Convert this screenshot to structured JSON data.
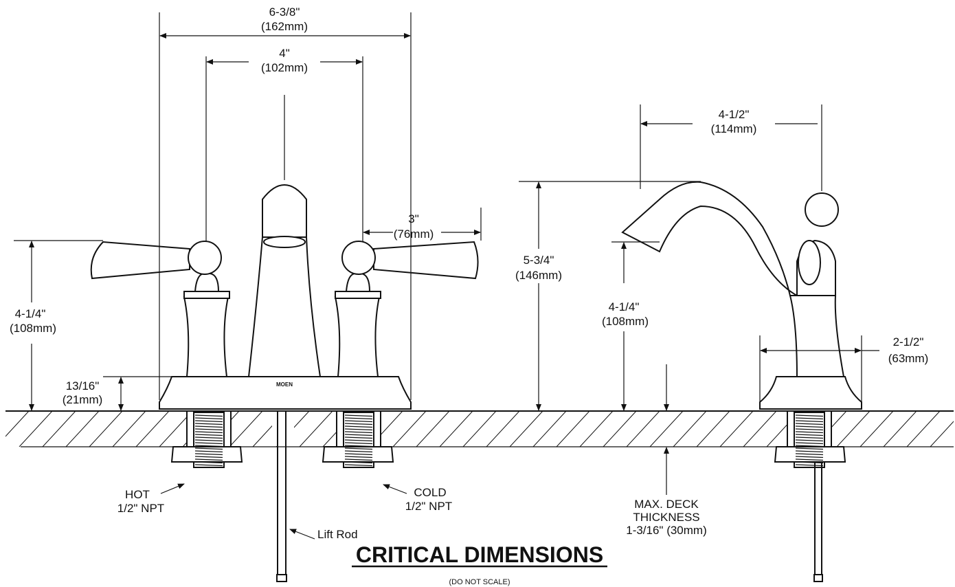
{
  "title": "CRITICAL DIMENSIONS",
  "subtitle": "(DO NOT SCALE)",
  "brand": "MOEN",
  "front_view": {
    "overall_width": {
      "inch": "6-3/8\"",
      "mm": "(162mm)"
    },
    "center_spacing": {
      "inch": "4\"",
      "mm": "(102mm)"
    },
    "handle_reach": {
      "inch": "3\"",
      "mm": "(76mm)"
    },
    "handle_height": {
      "inch": "4-1/4\"",
      "mm": "(108mm)"
    },
    "base_height": {
      "inch": "13/16\"",
      "mm": "(21mm)"
    },
    "hot_label": {
      "line1": "HOT",
      "line2": "1/2\" NPT"
    },
    "cold_label": {
      "line1": "COLD",
      "line2": "1/2\" NPT"
    },
    "lift_rod": "Lift Rod"
  },
  "side_view": {
    "spout_reach": {
      "inch": "4-1/2\"",
      "mm": "(114mm)"
    },
    "overall_height": {
      "inch": "5-3/4\"",
      "mm": "(146mm)"
    },
    "spout_height": {
      "inch": "4-1/4\"",
      "mm": "(108mm)"
    },
    "base_width": {
      "inch": "2-1/2\"",
      "mm": "(63mm)"
    },
    "deck_note": {
      "line1": "MAX. DECK",
      "line2": "THICKNESS",
      "line3": "1-3/16\" (30mm)"
    }
  }
}
